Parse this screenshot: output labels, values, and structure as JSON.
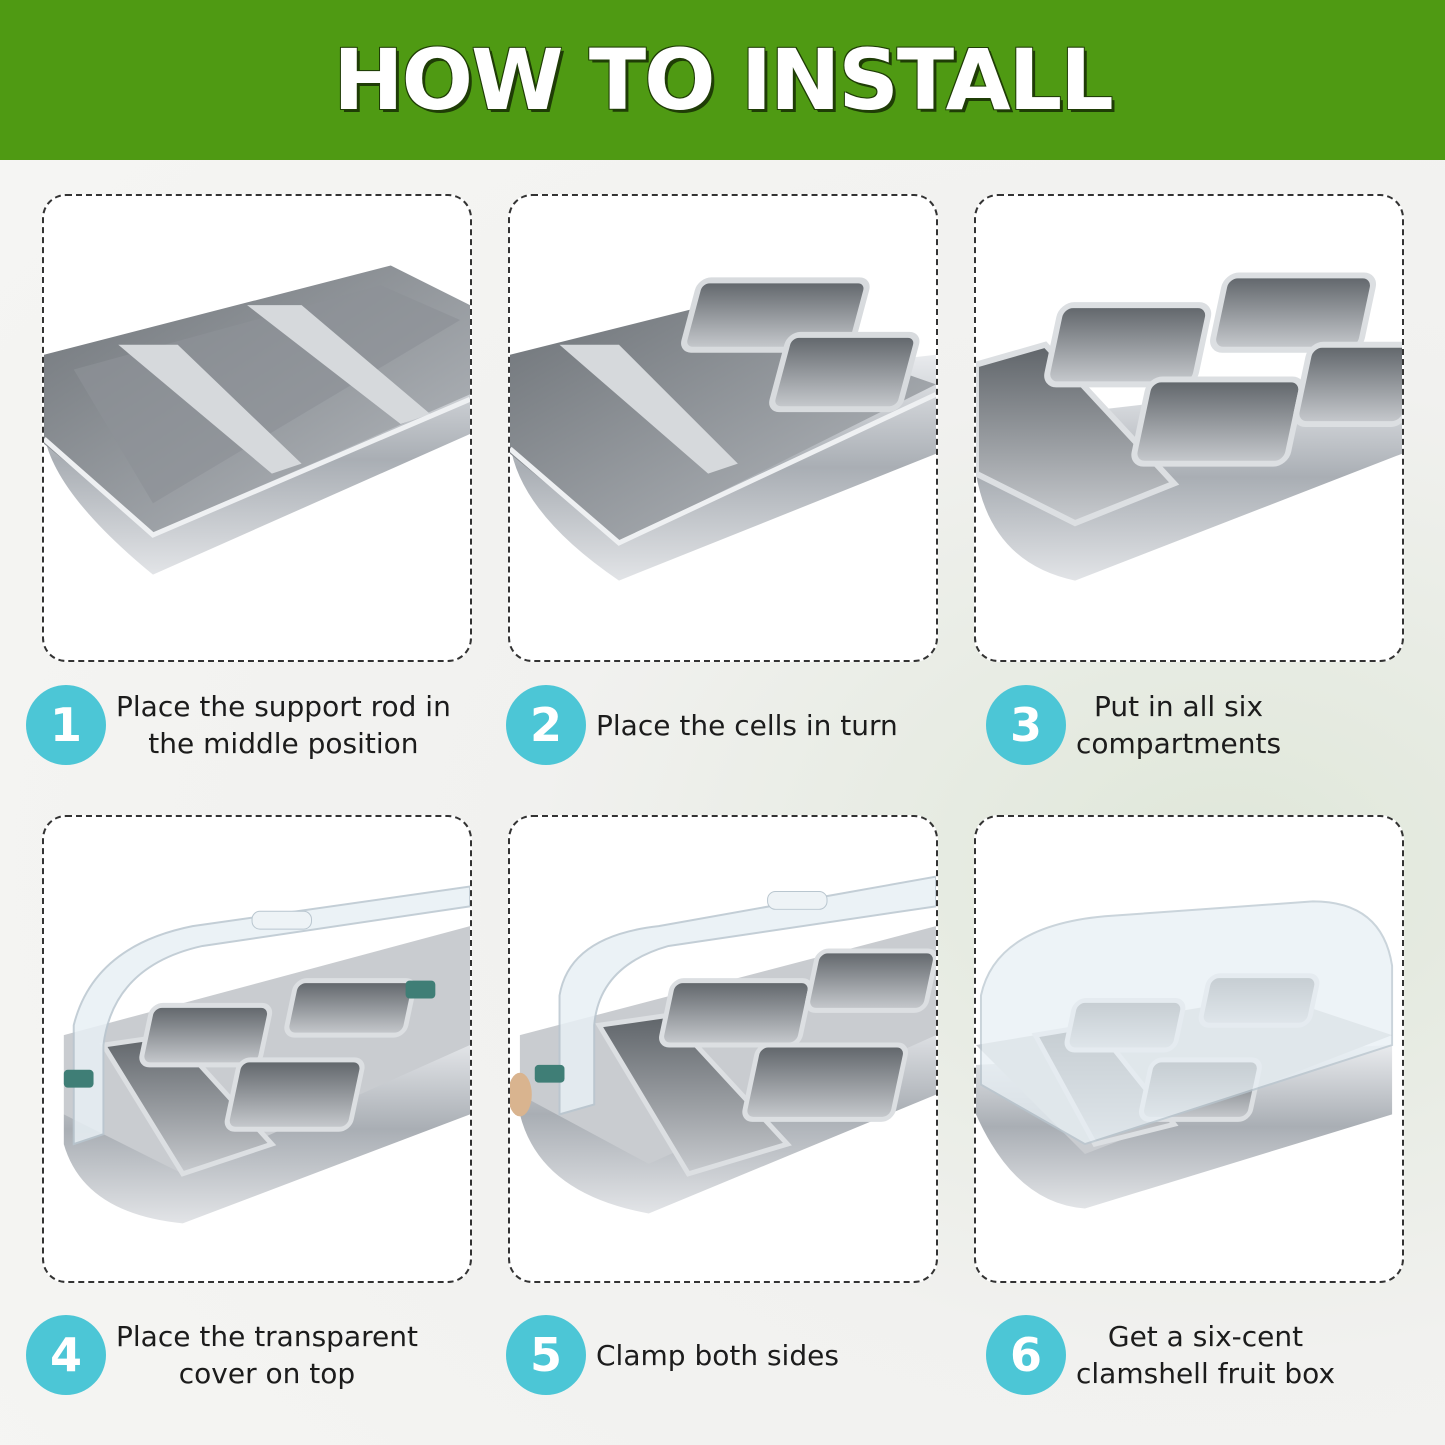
{
  "header": {
    "title": "HOW TO INSTALL"
  },
  "colors": {
    "banner": "#4f9a13",
    "badge": "#4cc6d6",
    "steel": "#b8bcc1"
  },
  "steps": [
    {
      "number": "1",
      "line1": "Place the support rod in",
      "line2": "the middle position"
    },
    {
      "number": "2",
      "line1": "Place the cells in turn",
      "line2": ""
    },
    {
      "number": "3",
      "line1": "Put in all six",
      "line2": "compartments"
    },
    {
      "number": "4",
      "line1": "Place the transparent",
      "line2": "cover on top"
    },
    {
      "number": "5",
      "line1": "Clamp both sides",
      "line2": ""
    },
    {
      "number": "6",
      "line1": "Get a six-cent",
      "line2": "clamshell fruit box"
    }
  ]
}
